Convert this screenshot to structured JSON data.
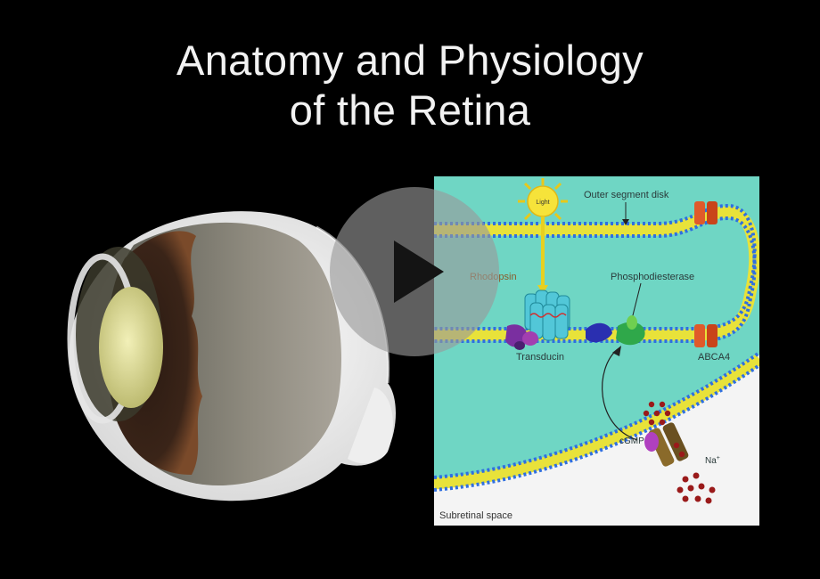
{
  "title": {
    "line1": "Anatomy and Physiology",
    "line2": "of the Retina"
  },
  "video": {
    "play_icon": "play-icon"
  },
  "diagram": {
    "light": "Light",
    "outer_segment_disk": "Outer segment disk",
    "rhodopsin": "Rhodopsin",
    "phosphodiesterase": "Phosphodiesterase",
    "transducin": "Transducin",
    "abca4": "ABCA4",
    "cgmp": "cGMP",
    "na_base": "Na",
    "na_sup": "+",
    "subretinal_space": "Subretinal space"
  },
  "colors": {
    "background": "#000000",
    "diagram_bg": "#6fd6c4",
    "membrane_head": "#2f6fe0",
    "membrane_tail": "#e8e23a",
    "rhodopsin": "#52c7d8",
    "transducin": "#7a2fa0",
    "phosphodiesterase": "#2fa84a",
    "channel": "#e05a2a"
  }
}
